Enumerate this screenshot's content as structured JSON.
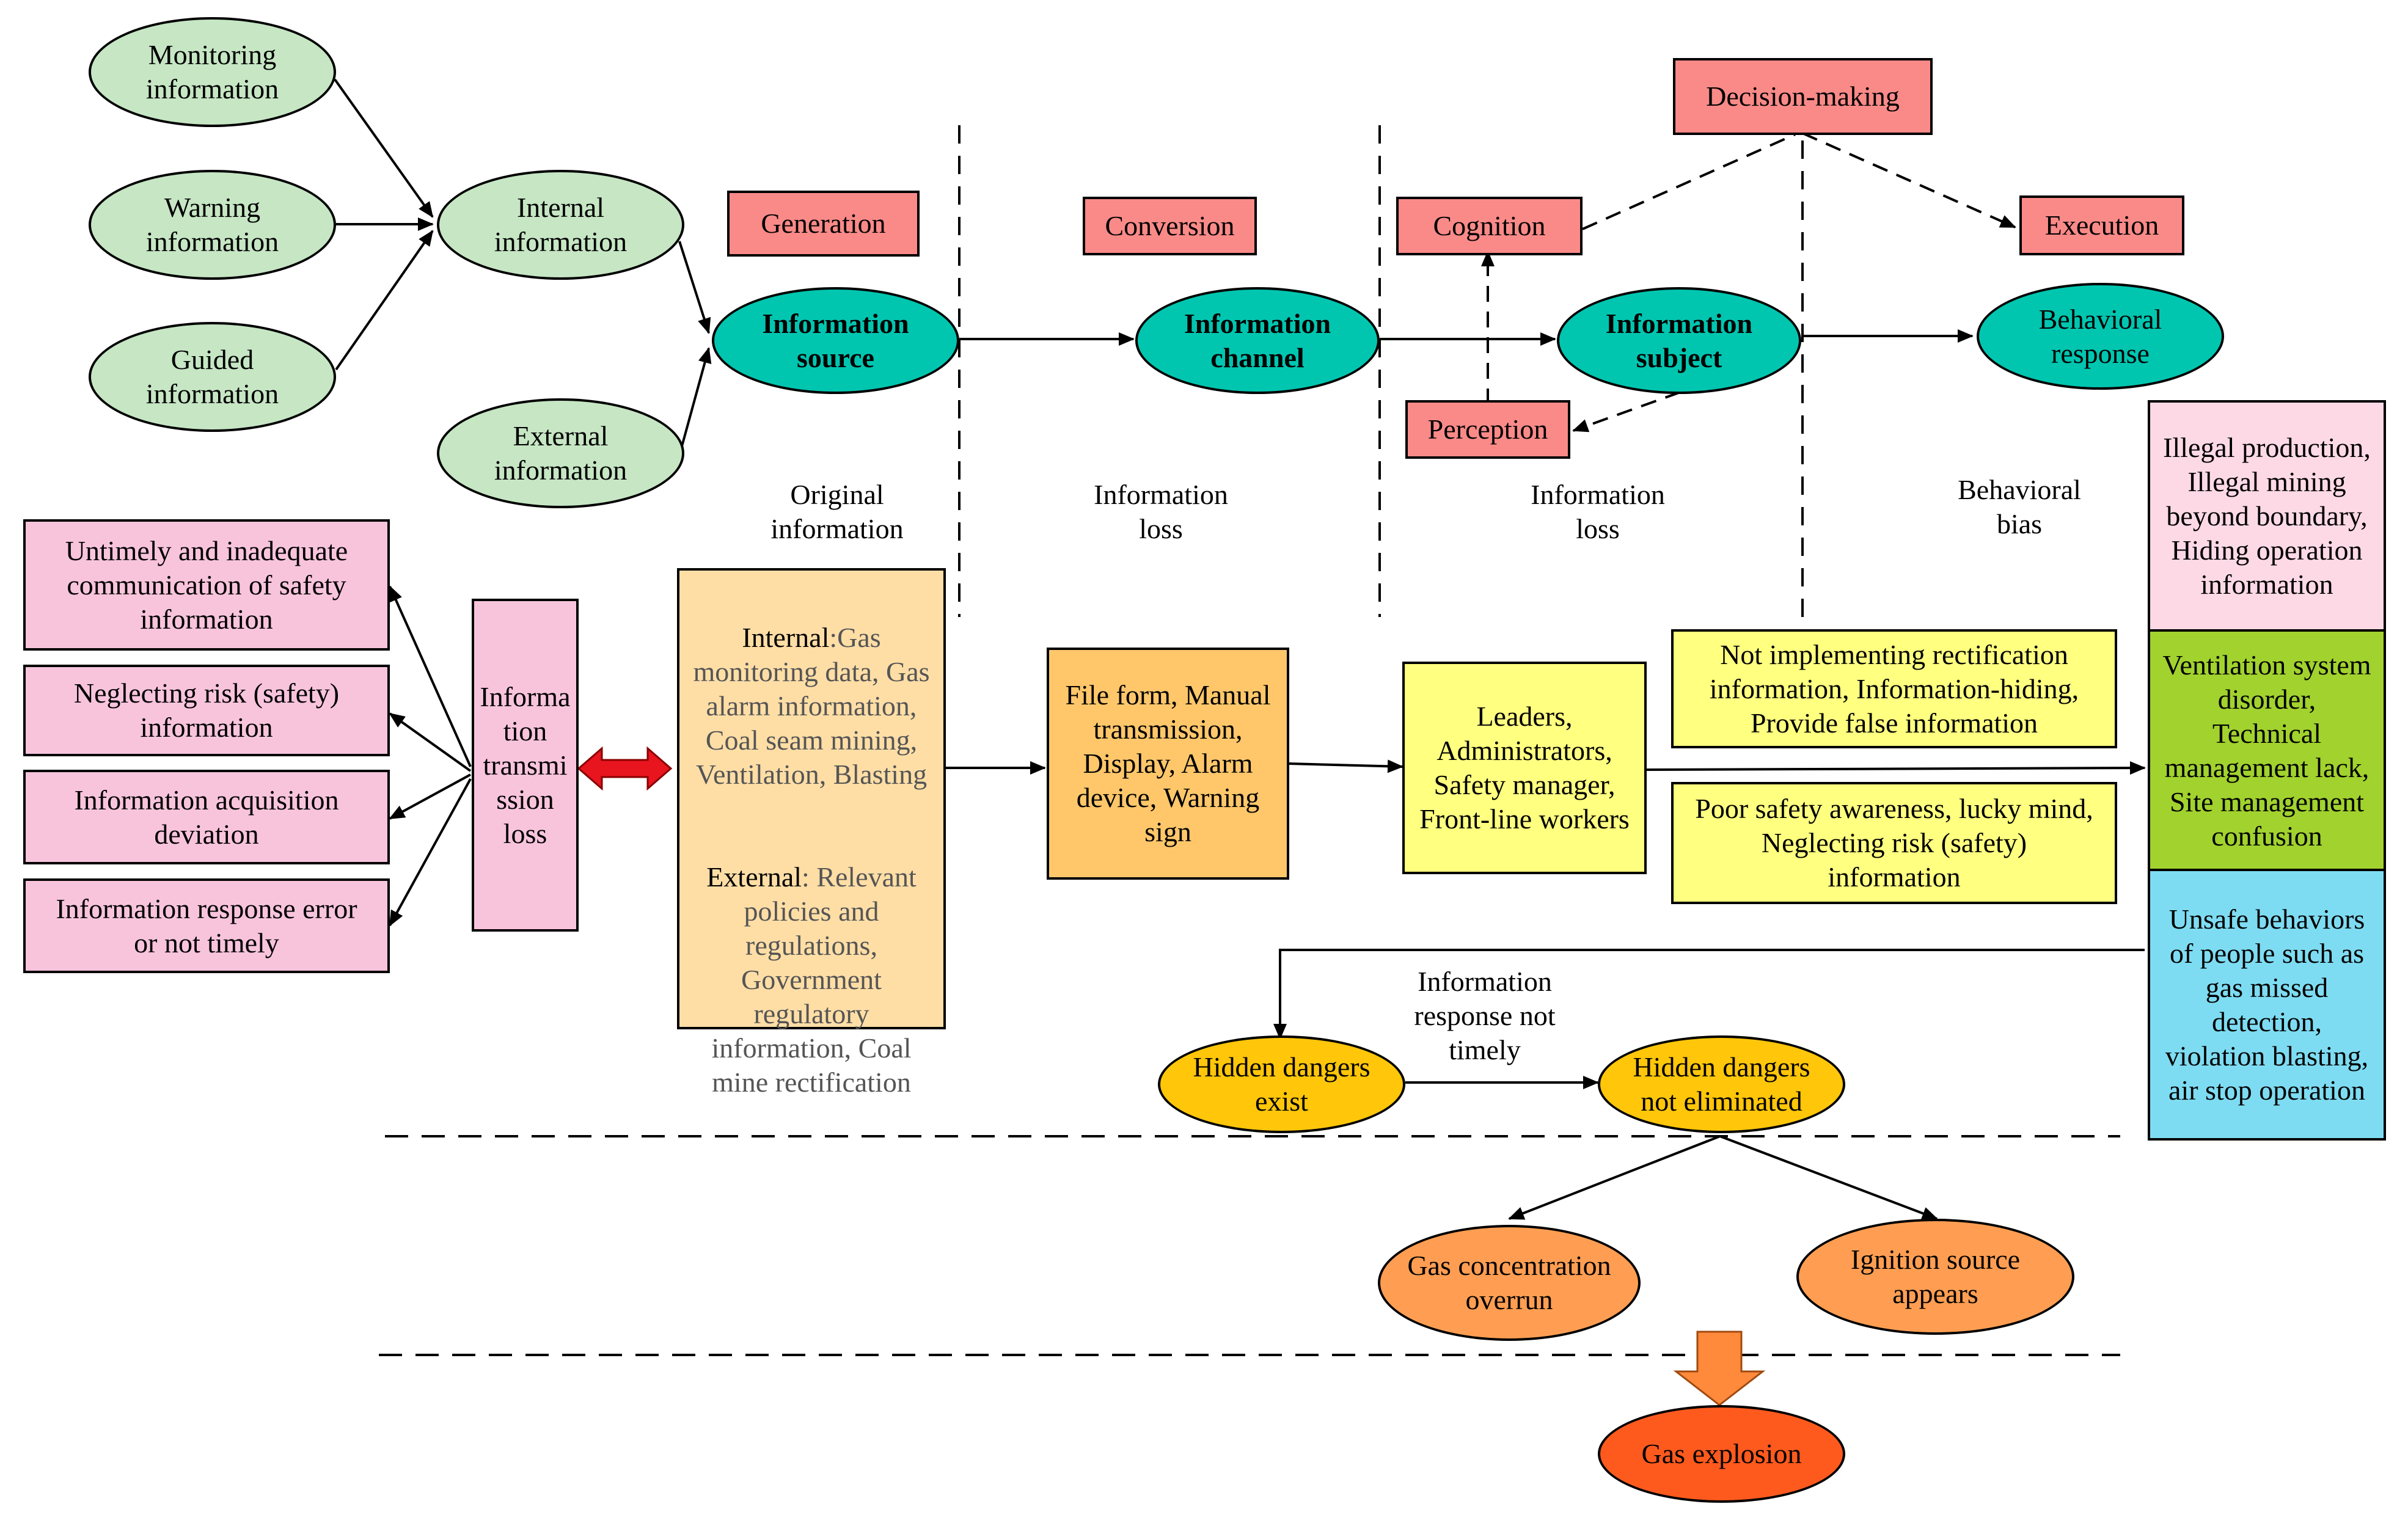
{
  "sources": {
    "monitoring": "Monitoring\ninformation",
    "warning": "Warning\ninformation",
    "guided": "Guided\ninformation",
    "internal": "Internal\ninformation",
    "external": "External\ninformation"
  },
  "flow": {
    "info_source": "Information\nsource",
    "info_channel": "Information\nchannel",
    "info_subject": "Information\nsubject",
    "behavioral_response": "Behavioral\nresponse"
  },
  "stages": {
    "generation": "Generation",
    "conversion": "Conversion",
    "cognition": "Cognition",
    "perception": "Perception",
    "decision_making": "Decision-making",
    "execution": "Execution"
  },
  "phase_labels": {
    "original_information": "Original\ninformation",
    "information_loss_1": "Information\nloss",
    "information_loss_2": "Information\nloss",
    "behavioral_bias": "Behavioral\nbias"
  },
  "transmission_loss": {
    "title": "Informa\ntion\ntransmi\nssion\nloss",
    "items": [
      "Untimely and inadequate\ncommunication of safety\ninformation",
      "Neglecting risk (safety)\ninformation",
      "Information acquisition\ndeviation",
      "Information response error\nor not timely"
    ]
  },
  "original_box": {
    "internal_label": "Internal",
    "internal_text": ":Gas\nmonitoring data, Gas\nalarm information,\nCoal seam mining,\nVentilation, Blasting",
    "external_label": "External",
    "external_text": ":  Relevant\npolicies and\nregulations,\nGovernment\nregulatory\ninformation, Coal\nmine rectification"
  },
  "channel_box": "File form, Manual\ntransmission,\nDisplay, Alarm\ndevice, Warning\nsign",
  "subject_box": "Leaders,\nAdministrators,\nSafety manager,\nFront-line workers",
  "bias_boxes": {
    "top": "Not implementing rectification\ninformation, Information-hiding,\nProvide false information",
    "bottom": "Poor safety awareness, lucky mind,\nNeglecting risk (safety)\ninformation"
  },
  "behaviors": {
    "illegal": "Illegal production,\nIllegal mining\nbeyond boundary,\nHiding operation\ninformation",
    "ventilation": "Ventilation system\ndisorder,\nTechnical\nmanagement lack,\nSite management\nconfusion",
    "unsafe": "Unsafe behaviors\nof people such as\ngas missed\ndetection,\nviolation blasting,\nair stop operation"
  },
  "hazards": {
    "exist": "Hidden dangers\nexist",
    "not_eliminated": "Hidden dangers\nnot eliminated",
    "response_label": "Information\nresponse  not\ntimely",
    "gas_overrun": "Gas concentration\noverrun",
    "ignition": "Ignition source\nappears",
    "explosion": "Gas explosion"
  },
  "colors": {
    "green": "#c6e6c4",
    "teal": "#00c6b0",
    "salmon": "#f98a88",
    "pink": "#f8c4dc",
    "yellow": "#ffff80",
    "olive": "#a2d22e",
    "sky": "#7edcf2",
    "gold": "#ffc60a",
    "orange": "#ff9e52",
    "red_orange": "#ff5a1e",
    "red_arrow": "#e8141e"
  }
}
